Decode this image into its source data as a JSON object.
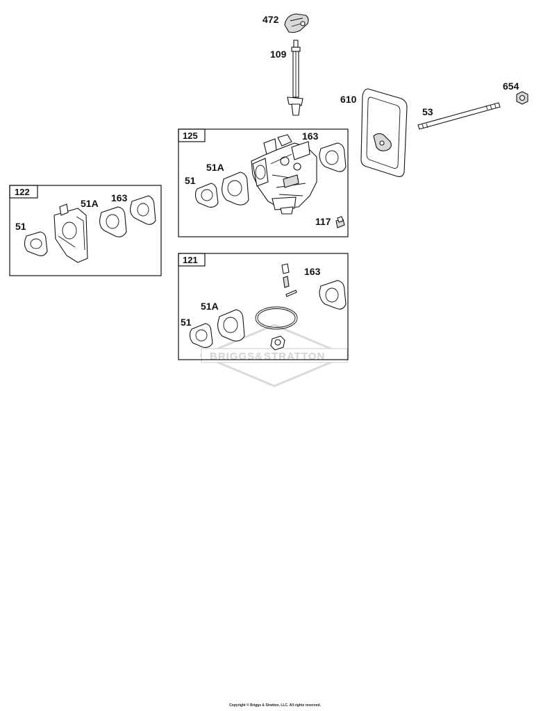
{
  "watermark": {
    "brand_left": "BRIGGS",
    "brand_amp": "&",
    "brand_right": "STRATTON"
  },
  "copyright": "Copyright © Briggs & Stratton, LLC. All rights reserved.",
  "groups": {
    "g122": {
      "number": "122",
      "labels": {
        "p51": "51",
        "p51a": "51A",
        "p163": "163"
      }
    },
    "g125": {
      "number": "125",
      "labels": {
        "p51": "51",
        "p51a": "51A",
        "p163": "163",
        "p117": "117"
      }
    },
    "g121": {
      "number": "121",
      "labels": {
        "p51": "51",
        "p51a": "51A",
        "p163": "163"
      }
    }
  },
  "parts": {
    "p472": "472",
    "p109": "109",
    "p610": "610",
    "p53": "53",
    "p654": "654"
  }
}
